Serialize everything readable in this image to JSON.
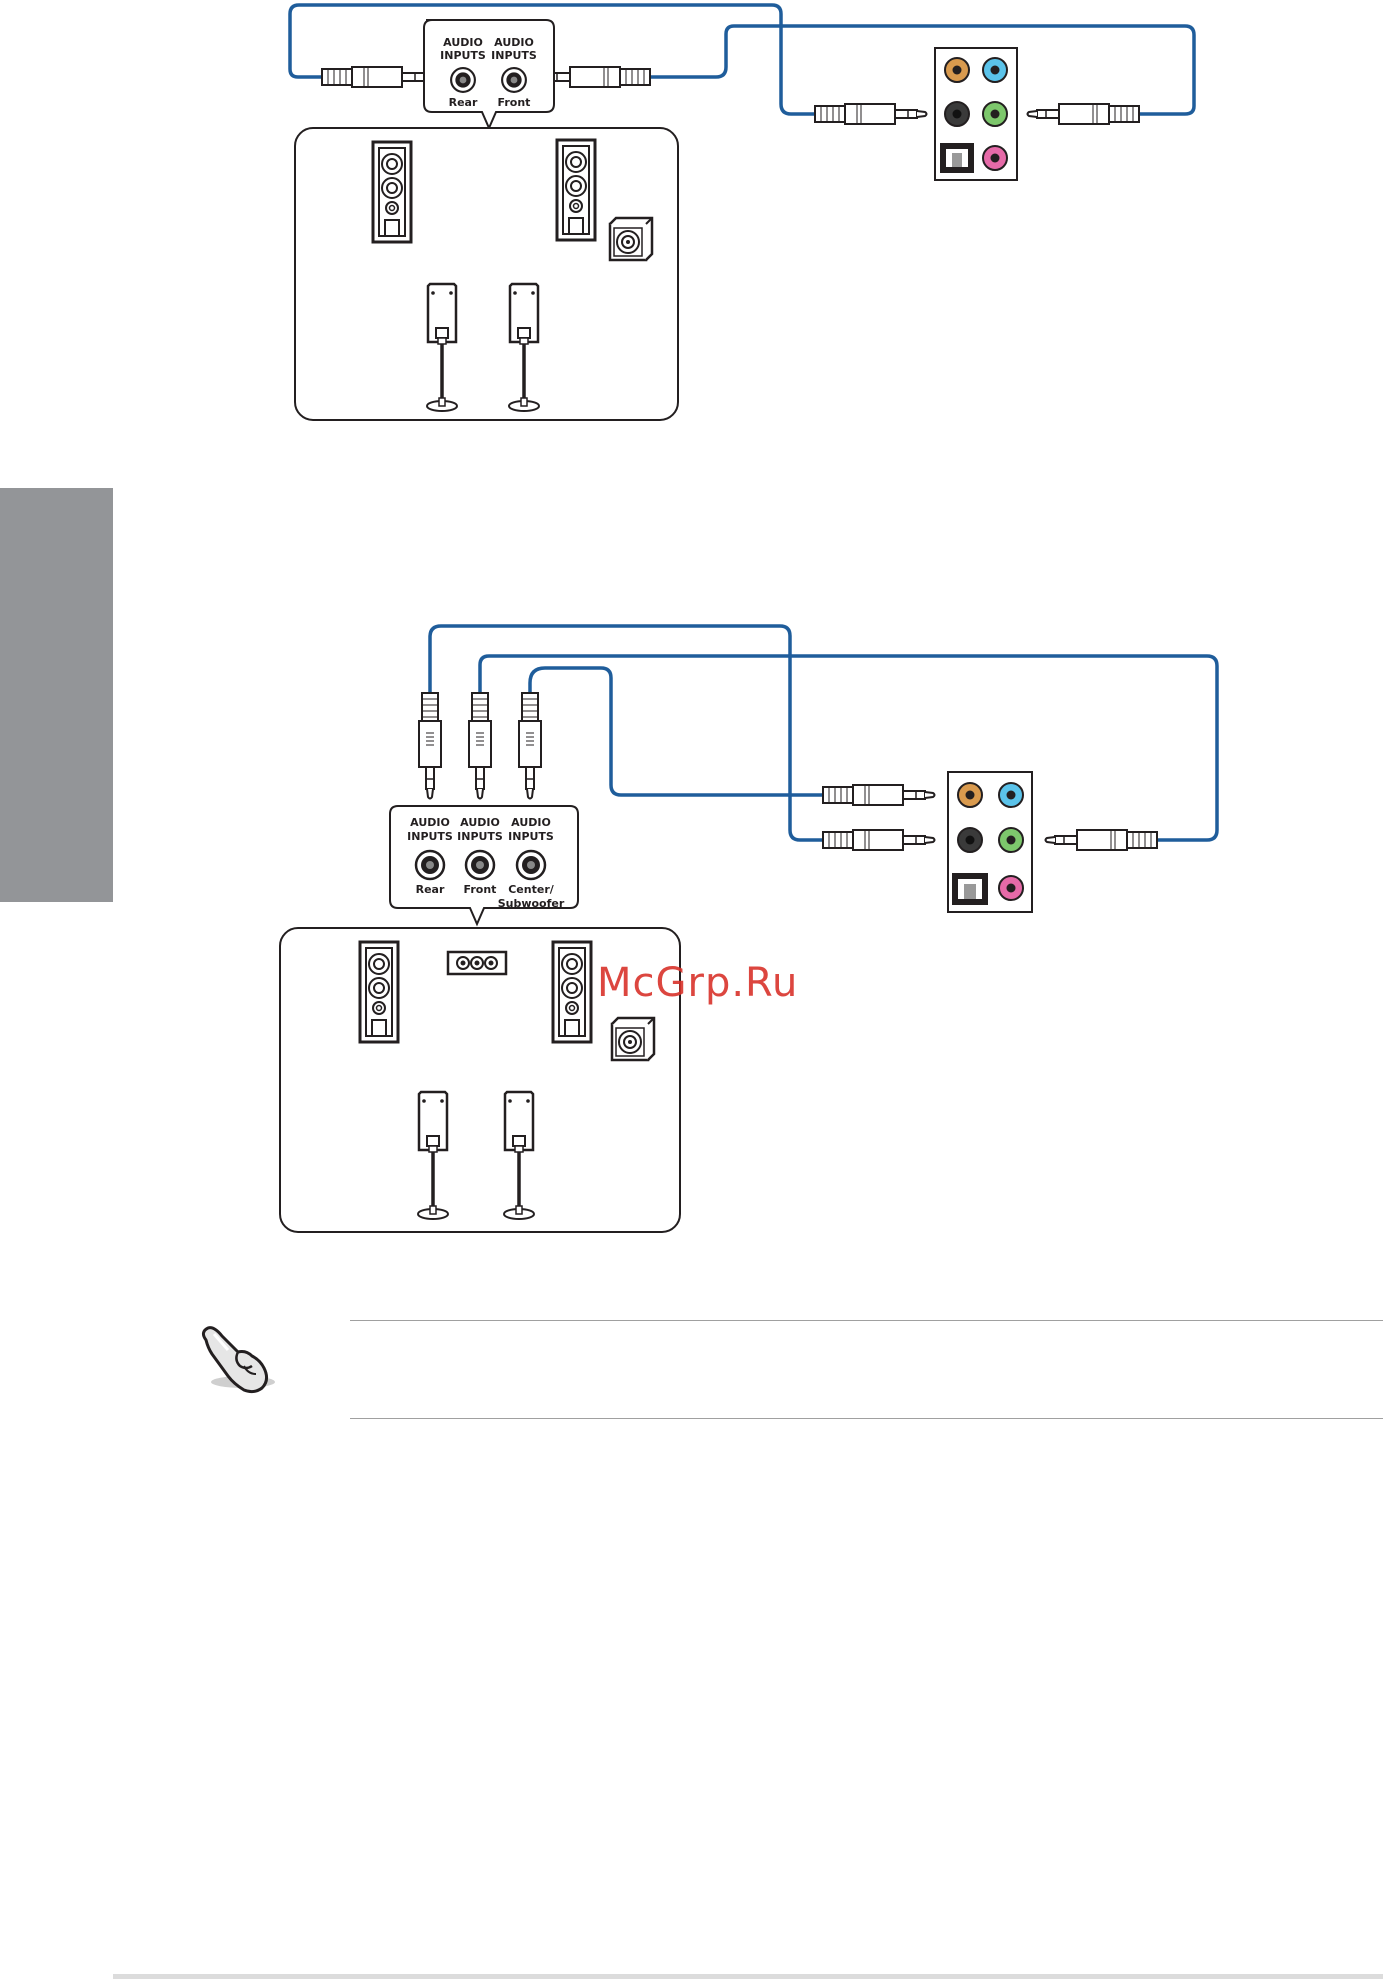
{
  "colors": {
    "cable": "#1f5d9b",
    "outline": "#231f20",
    "side_tab": "#939598",
    "watermark": "#d9322b",
    "jack_orange": "#d99a4e",
    "jack_blue": "#5bc3ea",
    "jack_black": "#3a3a3a",
    "jack_green": "#7dc76c",
    "jack_pink": "#e66aa8"
  },
  "diagram_top": {
    "inputs": [
      {
        "label_line1": "AUDIO",
        "label_line2": "INPUTS",
        "name": "Rear"
      },
      {
        "label_line1": "AUDIO",
        "label_line2": "INPUTS",
        "name": "Front"
      }
    ]
  },
  "diagram_bottom": {
    "inputs": [
      {
        "label_line1": "AUDIO",
        "label_line2": "INPUTS",
        "name": "Rear"
      },
      {
        "label_line1": "AUDIO",
        "label_line2": "INPUTS",
        "name": "Front"
      },
      {
        "label_line1": "AUDIO",
        "label_line2": "INPUTS",
        "name": "Center/",
        "name_line2": "Subwoofer"
      }
    ]
  },
  "watermark": {
    "text": "McGrp.Ru"
  },
  "note": {
    "icon": "pointing-hand-icon"
  }
}
